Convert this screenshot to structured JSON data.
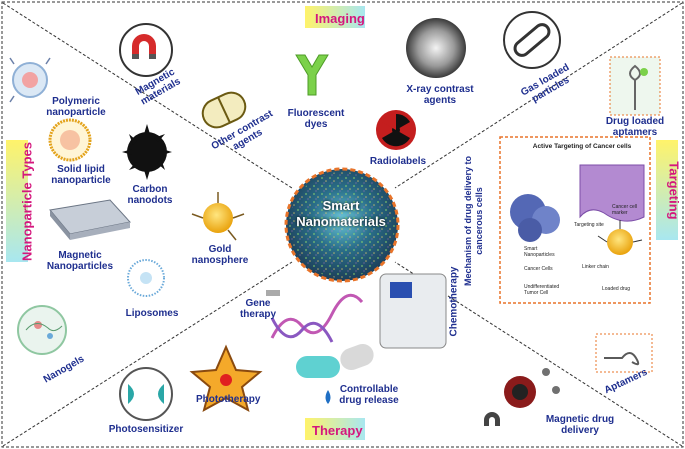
{
  "center": {
    "line1": "Smart",
    "line2": "Nanomaterials"
  },
  "categories": {
    "imaging": "Imaging",
    "nanoparticle_types": "Nanoparticle Types",
    "targeting": "Targeting",
    "therapy": "Therapy"
  },
  "imaging": {
    "magnetic_materials": "Magnetic materials",
    "other_contrast_agents": "Other contrast agents",
    "fluorescent_dyes": "Fluorescent dyes",
    "xray_contrast_agents": "X-ray contrast agents",
    "radiolabels": "Radiolabels",
    "gas_loaded_particles": "Gas loaded particles"
  },
  "nanoparticles": {
    "polymeric": "Polymeric nanoparticle",
    "solid_lipid": "Solid lipid nanoparticle",
    "carbon_nanodots": "Carbon nanodots",
    "magnetic_nanoparticles": "Magnetic Nanoparticles",
    "gold_nanosphere": "Gold nanosphere",
    "liposomes": "Liposomes",
    "nanogels": "Nanogels"
  },
  "targeting": {
    "drug_loaded_aptamers": "Drug loaded aptamers",
    "mechanism": "Mechanism of drug delivery to cancerous cells",
    "panel_title": "Active Targeting of Cancer cells",
    "smart_nanoparticles": "Smart Nanoparticles",
    "cancer_cells": "Cancer Cells",
    "undifferentiated": "Undifferentiated Tumor Cell",
    "cancer_cell_marker": "Cancer cell marker",
    "targeting_site": "Targeting site",
    "linker_chain": "Linker chain",
    "loaded_drug": "Loaded drug",
    "aptamers": "Aptamers",
    "magnetic_drug_delivery": "Magnetic drug delivery"
  },
  "therapy": {
    "gene_therapy": "Gene therapy",
    "chemotherapy": "Chemotherapy",
    "phototherapy": "Phototherapy",
    "controllable_drug_release": "Controllable drug release",
    "photosensitizer": "Photosensitizer"
  },
  "colors": {
    "label_text": "#1f2f8f",
    "category_text": "#d4177d",
    "center_border": "#e8742a"
  }
}
